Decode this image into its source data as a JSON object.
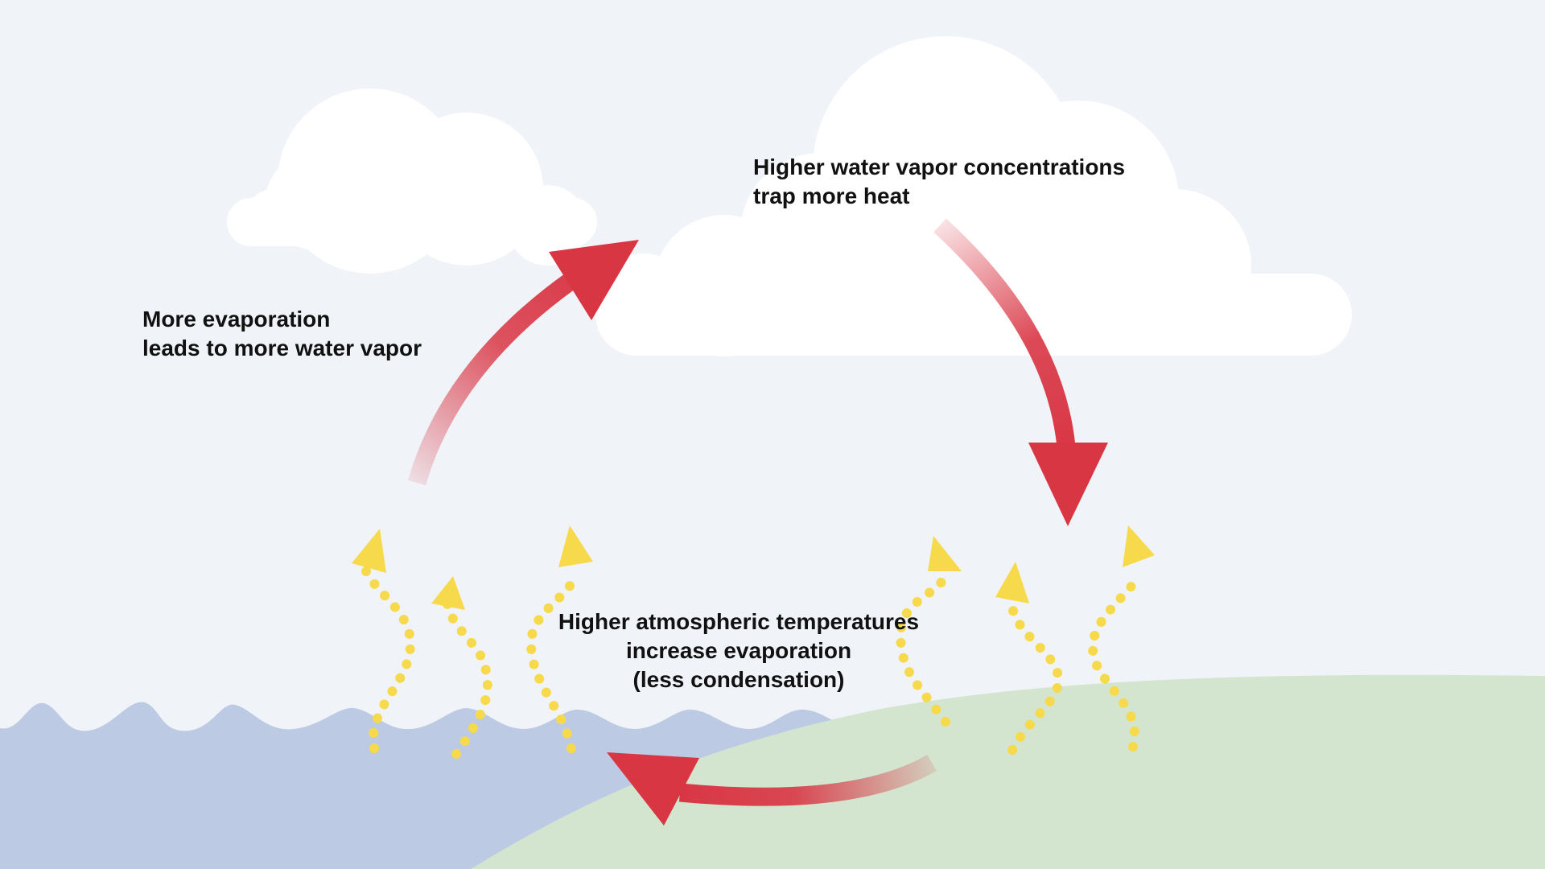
{
  "diagram": {
    "labels": {
      "evaporation": {
        "line1": "More evaporation",
        "line2": "leads to more water vapor"
      },
      "vapor": {
        "line1": "Higher water vapor concentrations",
        "line2": "trap more heat"
      },
      "temperature": {
        "line1": "Higher atmospheric temperatures",
        "line2": "increase evaporation",
        "line3": "(less condensation)"
      }
    },
    "colors": {
      "background": "#f0f3f8",
      "cloud": "#ffffff",
      "water": "#bccae4",
      "land": "#d3e5cf",
      "arrow": "#d93644",
      "vapor_dots": "#f7d94c"
    },
    "icons": [
      "cloud-icon",
      "cycle-arrow-icon",
      "vapor-arrow-icon",
      "water-wave-icon",
      "land-hill-icon"
    ]
  }
}
